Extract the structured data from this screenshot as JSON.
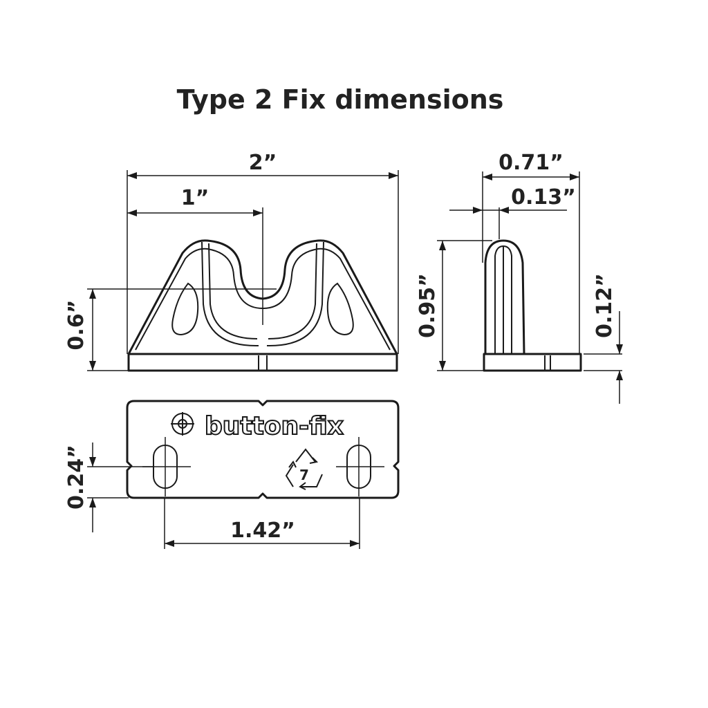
{
  "title": "Type 2 Fix dimensions",
  "dimensions": {
    "overall_width": "2”",
    "center_offset": "1”",
    "base_to_center_height": "0.6”",
    "side_depth": "0.71”",
    "side_fin_thickness": "0.13”",
    "side_height": "0.95”",
    "base_thickness": "0.12”",
    "slot_height": "0.24”",
    "slot_spacing": "1.42”"
  },
  "brand_label": "button-fix",
  "recycle_code": "7",
  "colors": {
    "ink": "#1a1a1a",
    "background": "#ffffff"
  }
}
